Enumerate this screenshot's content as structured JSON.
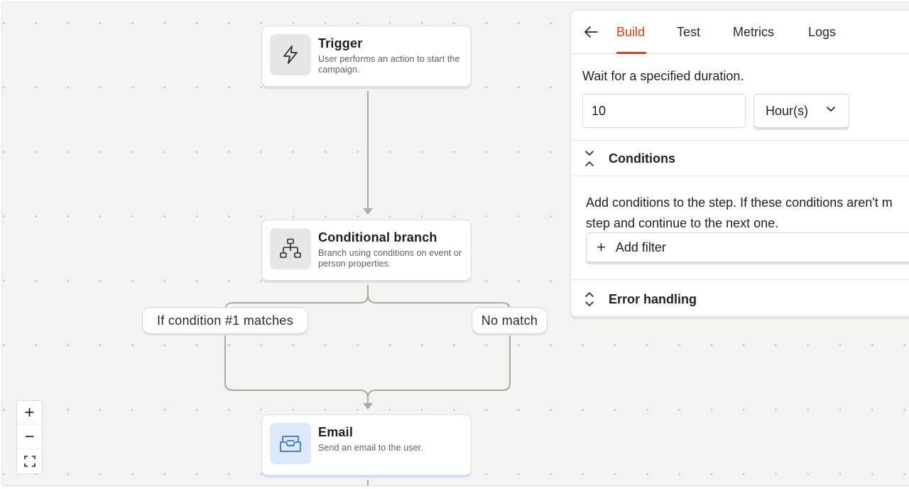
{
  "workflow": {
    "nodes": [
      {
        "title": "Trigger",
        "description": "User performs an action to start the campaign.",
        "icon": "lightning-icon"
      },
      {
        "title": "Conditional branch",
        "description": "Branch using conditions on event or person properties.",
        "icon": "branch-icon"
      },
      {
        "title": "Email",
        "description": "Send an email to the user.",
        "icon": "email-inbox-icon"
      }
    ],
    "branches": [
      "If condition #1 matches",
      "No match"
    ]
  },
  "zoom_controls": {
    "zoom_in": "+",
    "zoom_out": "−"
  },
  "panel": {
    "tabs": [
      {
        "label": "Build",
        "active": true
      },
      {
        "label": "Test",
        "active": false
      },
      {
        "label": "Metrics",
        "active": false
      },
      {
        "label": "Logs",
        "active": false
      }
    ],
    "wait_label": "Wait for a specified duration.",
    "duration_value": "10",
    "duration_unit": "Hour(s)",
    "conditions": {
      "title": "Conditions",
      "description_line1": "Add conditions to the step. If these conditions aren't m",
      "description_line2": "step and continue to the next one.",
      "add_filter_label": "Add filter"
    },
    "error_handling": {
      "title": "Error handling"
    }
  },
  "colors": {
    "accent": "#eb3b12",
    "canvas": "#f3f3f2",
    "email_icon": "#2f6fd6"
  }
}
